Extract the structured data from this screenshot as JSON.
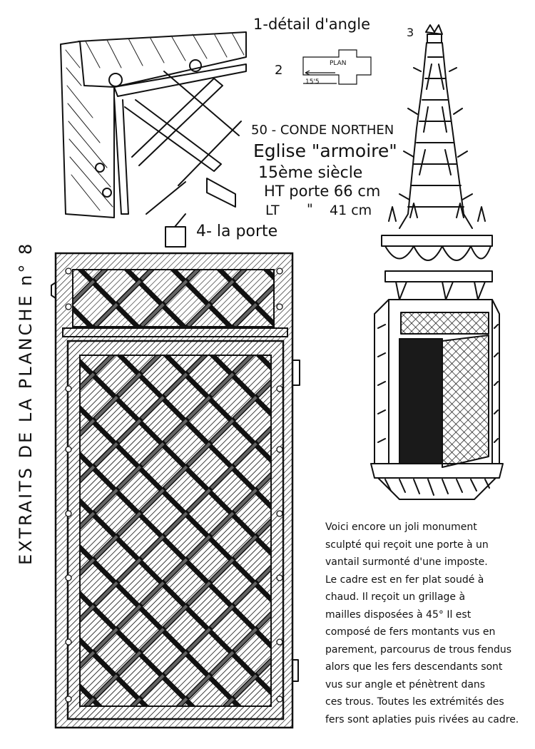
{
  "labels": {
    "detail": "1-détail d'angle",
    "plan_num": "2",
    "plan_word": "PLAN",
    "plan_dim": "15'5",
    "spire_num": "3",
    "door": "4- la porte"
  },
  "header": {
    "number_title": "50 - CONDE NORTHEN",
    "subtitle": "Eglise \"armoire\"",
    "century": "15ème siècle",
    "height": "HT porte 66 cm",
    "width_label": "LT",
    "width_mark": "\"",
    "width_value": "41 cm"
  },
  "side_title": "EXTRAITS DE LA PLANCHE n° 8",
  "description": [
    "Voici encore un joli monument",
    "sculpté qui reçoit une porte à un",
    "vantail surmonté d'une imposte.",
    "Le cadre est en fer plat soudé à",
    "chaud. Il reçoit un grillage à",
    "mailles disposées à 45° Il est",
    "composé de fers montants vus en",
    "parement, parcourus de trous fendus",
    "alors que les fers descendants sont",
    "vus sur angle et pénètrent dans",
    "ces trous. Toutes les extrémités des",
    "fers sont aplaties puis rivées au cadre."
  ]
}
